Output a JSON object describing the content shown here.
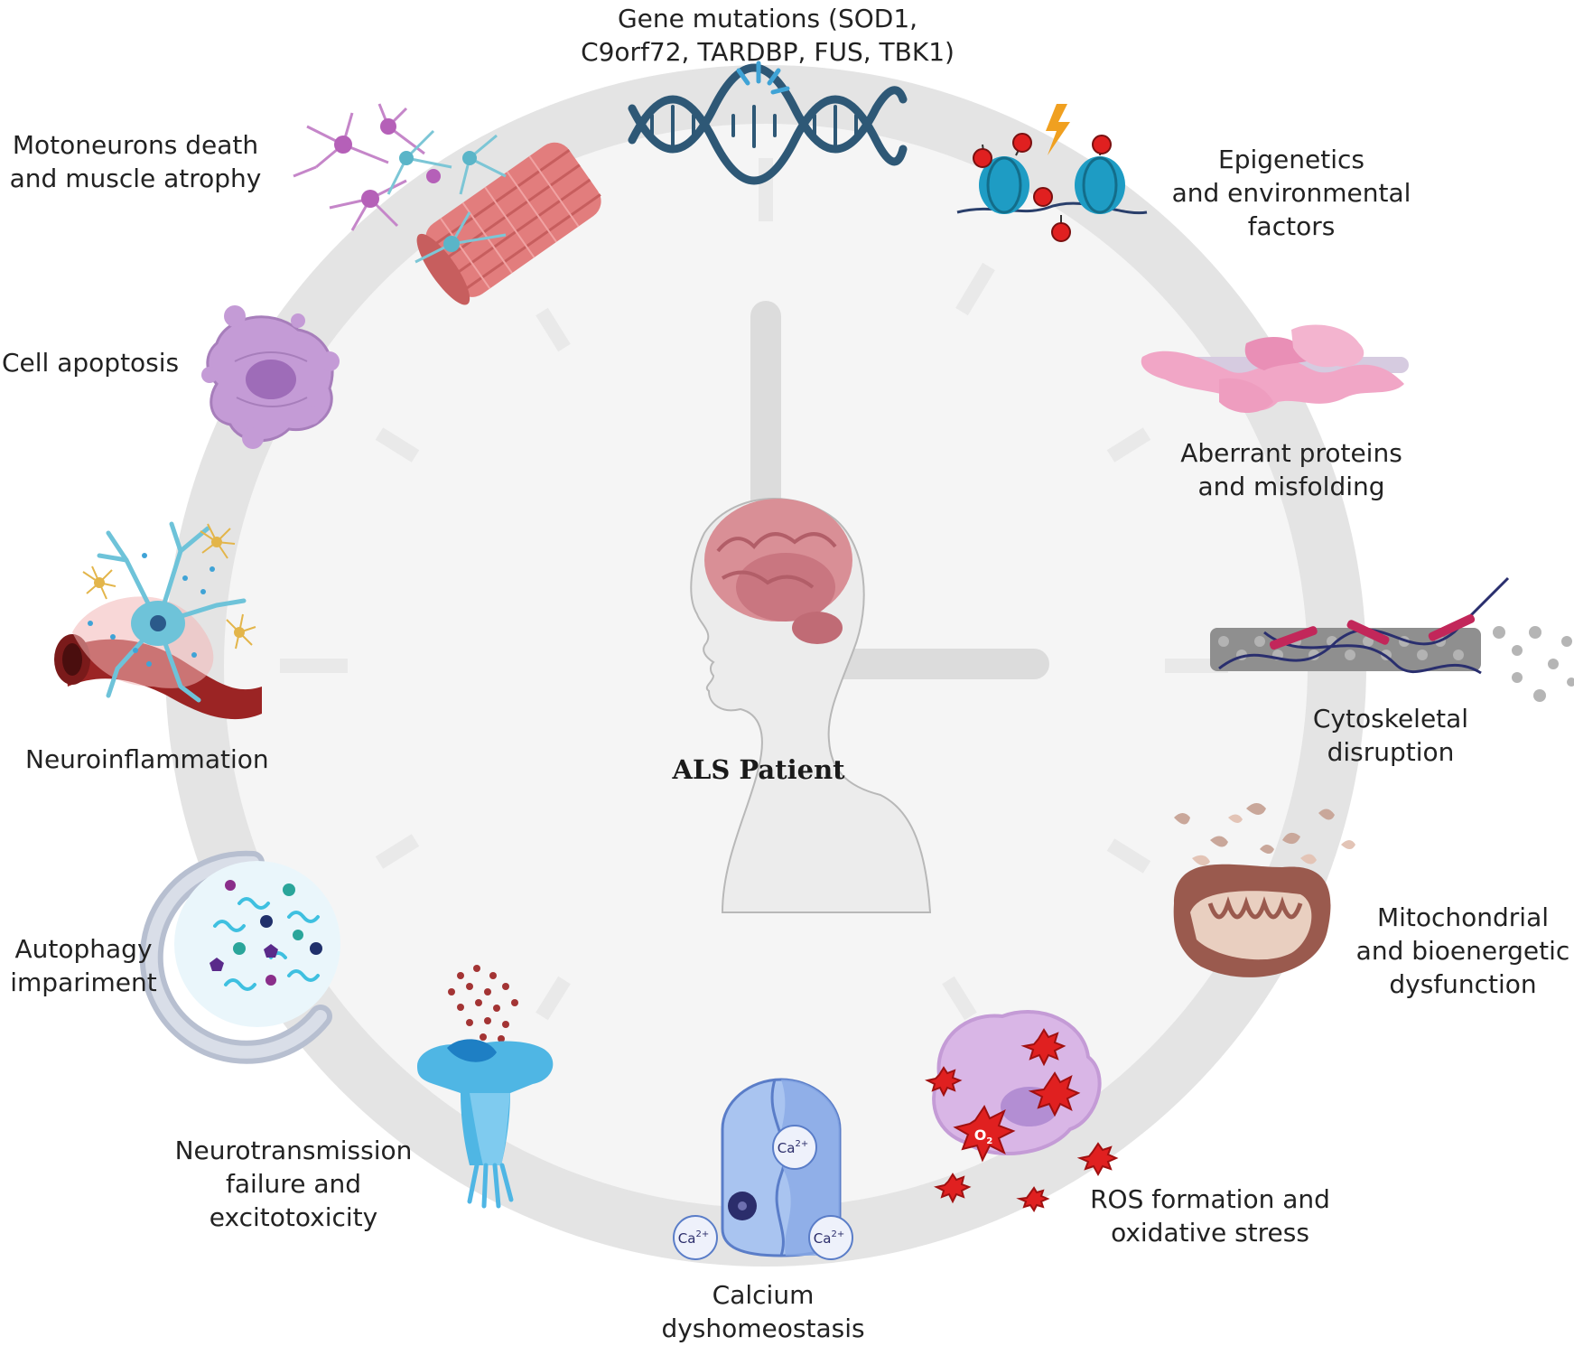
{
  "center": {
    "title": "ALS Patient"
  },
  "labels": {
    "gene": [
      "Gene mutations (SOD1,",
      "C9orf72, TARDBP, FUS, TBK1)"
    ],
    "epi": [
      "Epigenetics",
      "and environmental",
      "factors"
    ],
    "aberrant": [
      "Aberrant proteins",
      "and misfolding"
    ],
    "cyto": [
      "Cytoskeletal",
      "disruption"
    ],
    "mito": [
      "Mitochondrial",
      "and bioenergetic",
      "dysfunction"
    ],
    "ros": [
      "ROS formation and",
      "oxidative stress"
    ],
    "calcium": [
      "Calcium",
      "dyshomeostasis"
    ],
    "neurotrans": [
      "Neurotransmission",
      "failure and",
      "excitotoxicity"
    ],
    "autophagy": [
      "Autophagy",
      "impariment"
    ],
    "neuroinfl": [
      "Neuroinflammation"
    ],
    "apoptosis": [
      "Cell apoptosis"
    ],
    "motoneuron": [
      "Motoneurons death",
      "and muscle atrophy"
    ]
  },
  "icon_text": {
    "ca": "Ca",
    "ca_sup": "2+",
    "o2": "O",
    "o2_sub": "2"
  },
  "colors": {
    "ring": "#e4e4e4",
    "face": "#f5f5f5",
    "hands": "#dcdcdc",
    "ticks": "#e9e9e9",
    "dna": "#2e5876",
    "accent_blue": "#3fa3d6",
    "red": "#e02020",
    "nucleosome": "#1e9cc4",
    "pink_protein": "#f1a6c6",
    "purple_cell": "#c49bd6",
    "muscle": "#e27d7d",
    "vessel": "#9b2424",
    "mito": "#9a5a4e",
    "calcium_channel": "#8ab0ea",
    "receptor": "#4fb6e4"
  }
}
